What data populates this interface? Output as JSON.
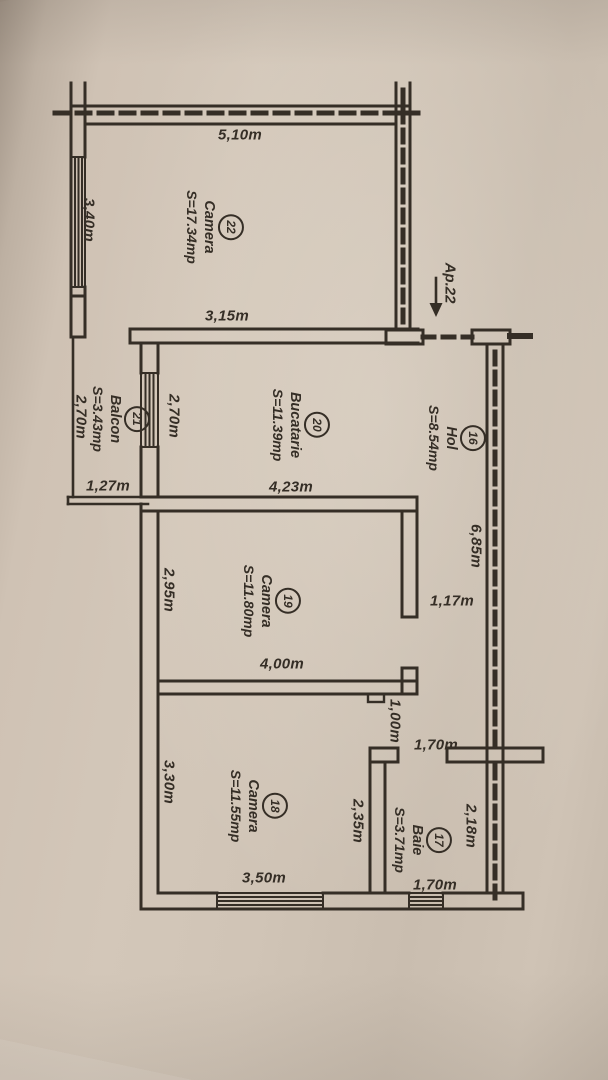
{
  "document": {
    "type": "apartment floor plan (scanned)"
  },
  "entrance": {
    "label": "Ap.22"
  },
  "rooms": [
    {
      "number": "22",
      "name": "Camera",
      "area": "S=17.34mp"
    },
    {
      "number": "20",
      "name": "Bucatarie",
      "area": "S=11.39mp"
    },
    {
      "number": "21",
      "name": "Balcon",
      "area": "S=3.43mp"
    },
    {
      "number": "16",
      "name": "Hol",
      "area": "S=8.54mp"
    },
    {
      "number": "19",
      "name": "Camera",
      "area": "S=11.80mp"
    },
    {
      "number": "18",
      "name": "Camera",
      "area": "S=11.55mp"
    },
    {
      "number": "17",
      "name": "Baie",
      "area": "S=3.71mp"
    }
  ],
  "dimensions": {
    "cam22_width": "5,10m",
    "cam22_height": "3,40m",
    "bucatarie_top": "3,15m",
    "bucatarie_left": "2,70m",
    "bucatarie_bottom": "4,23m",
    "balcon_left": "2,70m",
    "balcon_bottom": "1,27m",
    "hol_length": "6,85m",
    "cam19_left": "2,95m",
    "cam19_bottom": "4,00m",
    "cam19_wall": "1,17m",
    "cam18_door": "1,00m",
    "baie_top": "1,70m",
    "cam18_left": "3,30m",
    "cam18_baie_wall": "2,35m",
    "baie_right": "2,18m",
    "cam18_bottom": "3,50m",
    "baie_bottom": "1,70m"
  },
  "colors": {
    "paper": "#cdc0b2",
    "ink": "#352e26"
  }
}
